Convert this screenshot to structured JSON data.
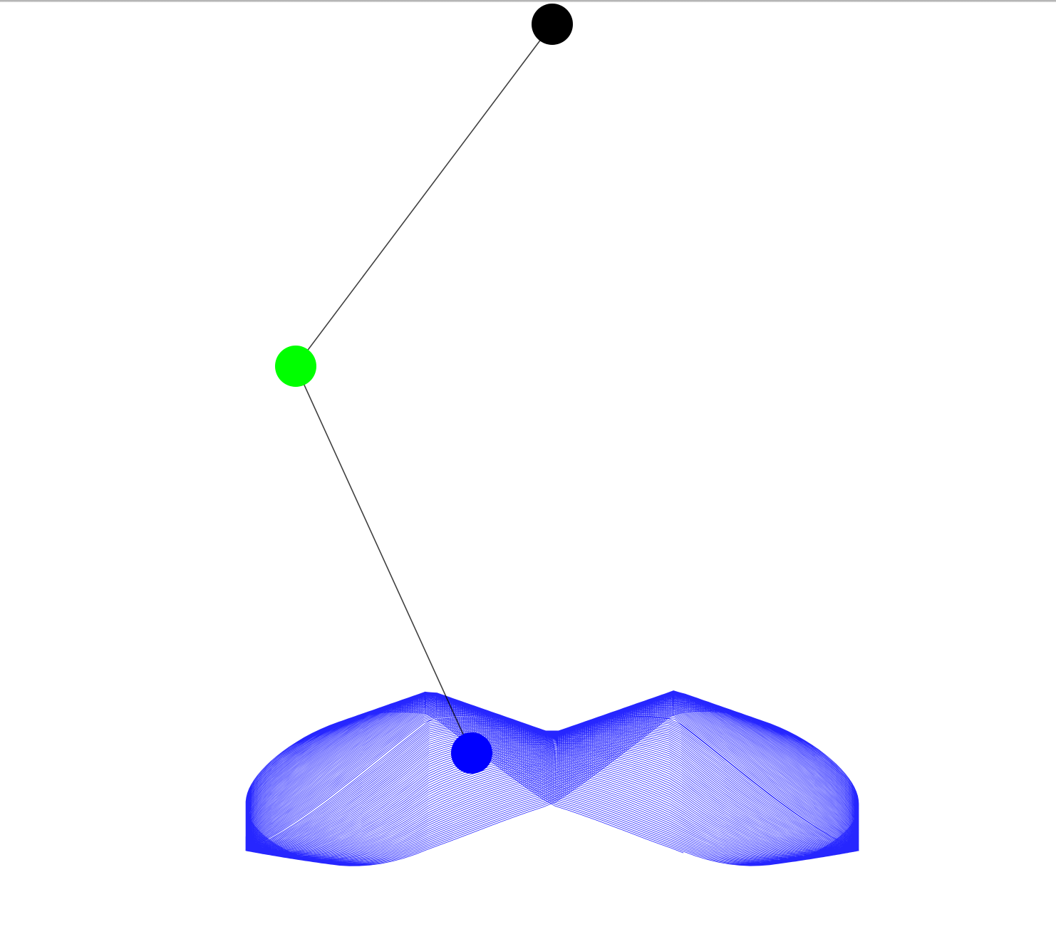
{
  "scene": {
    "background_color": "#ffffff",
    "pivot": {
      "color": "#000000",
      "icon": "pivot-circle"
    },
    "bob1": {
      "color": "#00ff00",
      "icon": "green-circle"
    },
    "bob2": {
      "color": "#0000ff",
      "icon": "blue-circle"
    },
    "rod_color": "#000000",
    "trace_color": "#0000ff"
  }
}
